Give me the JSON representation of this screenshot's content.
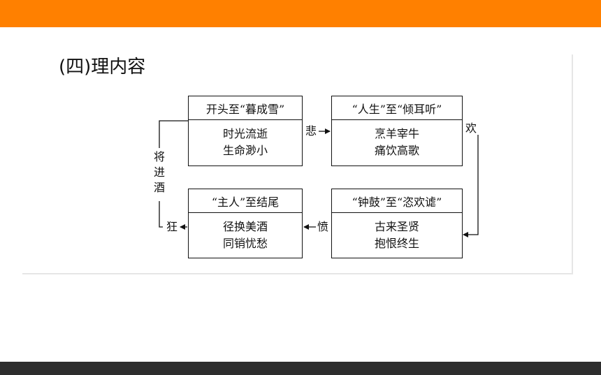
{
  "heading": "(四)理内容",
  "boxes": {
    "b1": {
      "head": "开头至“暮成雪”",
      "line1": "时光流逝",
      "line2": "生命渺小"
    },
    "b2": {
      "head": "“人生”至“倾耳听”",
      "line1": "烹羊宰牛",
      "line2": "痛饮高歌"
    },
    "b3": {
      "head": "“钟鼓”至“恣欢谑”",
      "line1": "古来圣贤",
      "line2": "抱恨终生"
    },
    "b4": {
      "head": "“主人”至结尾",
      "line1": "径换美酒",
      "line2": "同销忧愁"
    }
  },
  "connectors": {
    "sad": "悲",
    "joy": "欢",
    "indignant": "愤",
    "mad": "狂",
    "title": "将进酒"
  },
  "colors": {
    "top_bar": "#ff8000",
    "bottom_bar": "#2d2d2d"
  }
}
